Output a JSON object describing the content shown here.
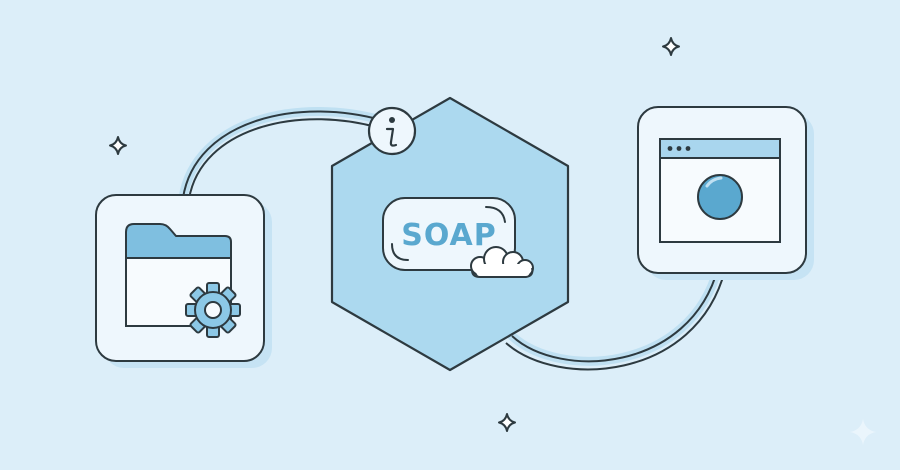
{
  "center_badge": {
    "label": "SOAP",
    "icon": "soap-bubbles-icon"
  },
  "nodes": [
    {
      "name": "folder-settings",
      "icon": "folder-gear-icon"
    },
    {
      "name": "soap-service",
      "icon": "soap-bubbles-icon"
    },
    {
      "name": "browser-window",
      "icon": "browser-window-icon"
    }
  ],
  "info_icon": "info-icon",
  "colors": {
    "background": "#dceef9",
    "card_fill": "#eef7fd",
    "outline": "#2d3a40",
    "accent": "#5aa8cf",
    "accent_light": "#a9d6ee",
    "hexagon_fill": "#acd9ef",
    "connector_halo": "#bfe0f2"
  }
}
